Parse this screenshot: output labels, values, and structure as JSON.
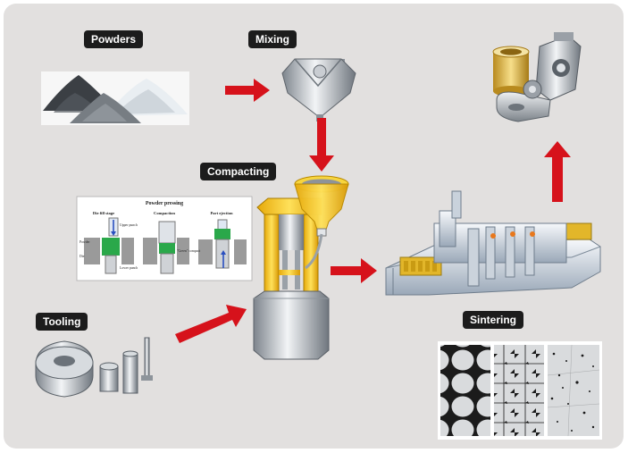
{
  "labels": {
    "powders": "Powders",
    "mixing": "Mixing",
    "compacting": "Compacting",
    "tooling": "Tooling",
    "sintering": "Sintering"
  },
  "pressing_inset": {
    "title": "Powder pressing",
    "stages": [
      "Die fill stage",
      "Compaction",
      "Part ejection"
    ],
    "notes": [
      "Upper punch",
      "Powder",
      "Die",
      "Lower punch",
      "\"Green\" compact"
    ]
  },
  "colors": {
    "panel": "#e2e0df",
    "label_bg": "#1c1c1c",
    "arrow": "#d6121b",
    "press_frame": "#f2c21b",
    "compact_green": "#2aa84a"
  }
}
